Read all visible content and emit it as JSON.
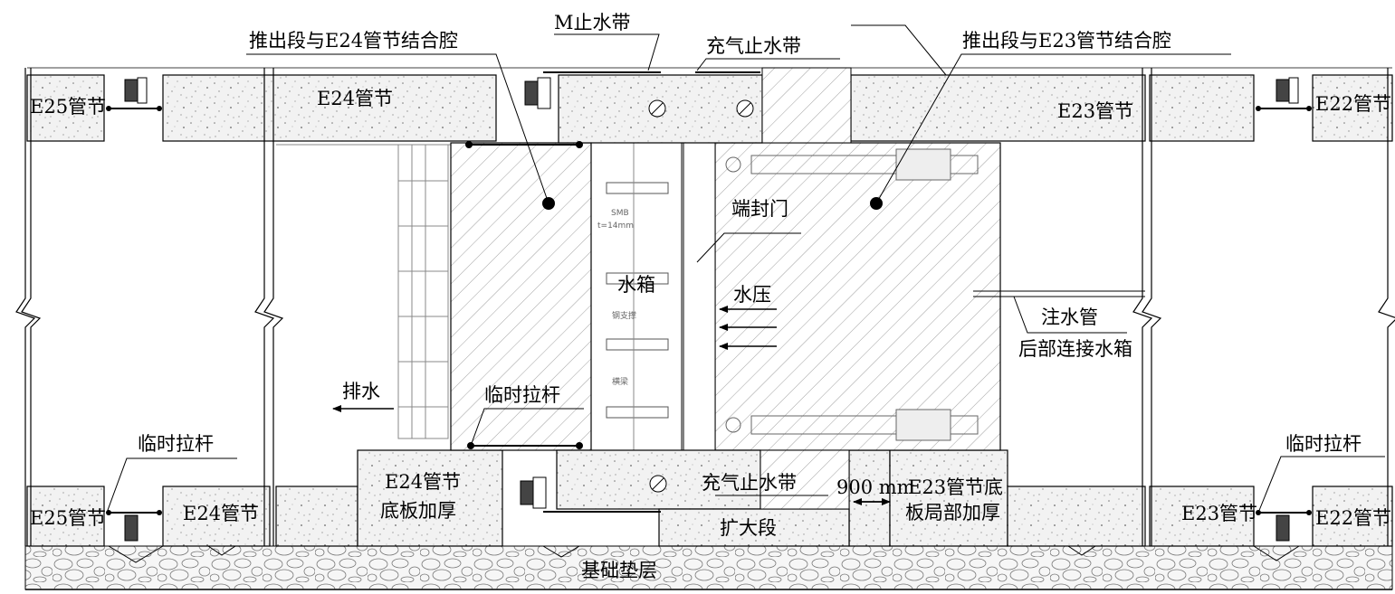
{
  "labels": {
    "joint_cavity_e24": "推出段与E24管节结合腔",
    "m_waterstop": "M止水带",
    "inflatable_waterstop_top": "充气止水带",
    "joint_cavity_e23": "推出段与E23管节结合腔",
    "e25_top": "E25管节",
    "e24_top": "E24管节",
    "e23_top": "E23管节",
    "e22_top": "E22管节",
    "end_door": "端封门",
    "water_tank": "水箱",
    "water_pressure": "水压",
    "injection_pipe": "注水管",
    "rear_tank": "后部连接水箱",
    "drainage": "排水",
    "temp_rod_center": "临时拉杆",
    "temp_rod_left": "临时拉杆",
    "temp_rod_right": "临时拉杆",
    "e24_thicken_1": "E24管节",
    "e24_thicken_2": "底板加厚",
    "inflatable_waterstop_bottom": "充气止水带",
    "gap": "900 mm",
    "e23_local_1": "E23管节底",
    "e23_local_2": "板局部加厚",
    "expand_section": "扩大段",
    "foundation": "基础垫层",
    "e25_bottom": "E25管节",
    "e24_bottom": "E24管节",
    "e23_bottom": "E23管节",
    "e22_bottom": "E22管节",
    "tank_note_1": "SMB",
    "tank_note_2": "t=14mm",
    "tank_note_3": "钢支撑",
    "tank_note_4": "横梁"
  }
}
